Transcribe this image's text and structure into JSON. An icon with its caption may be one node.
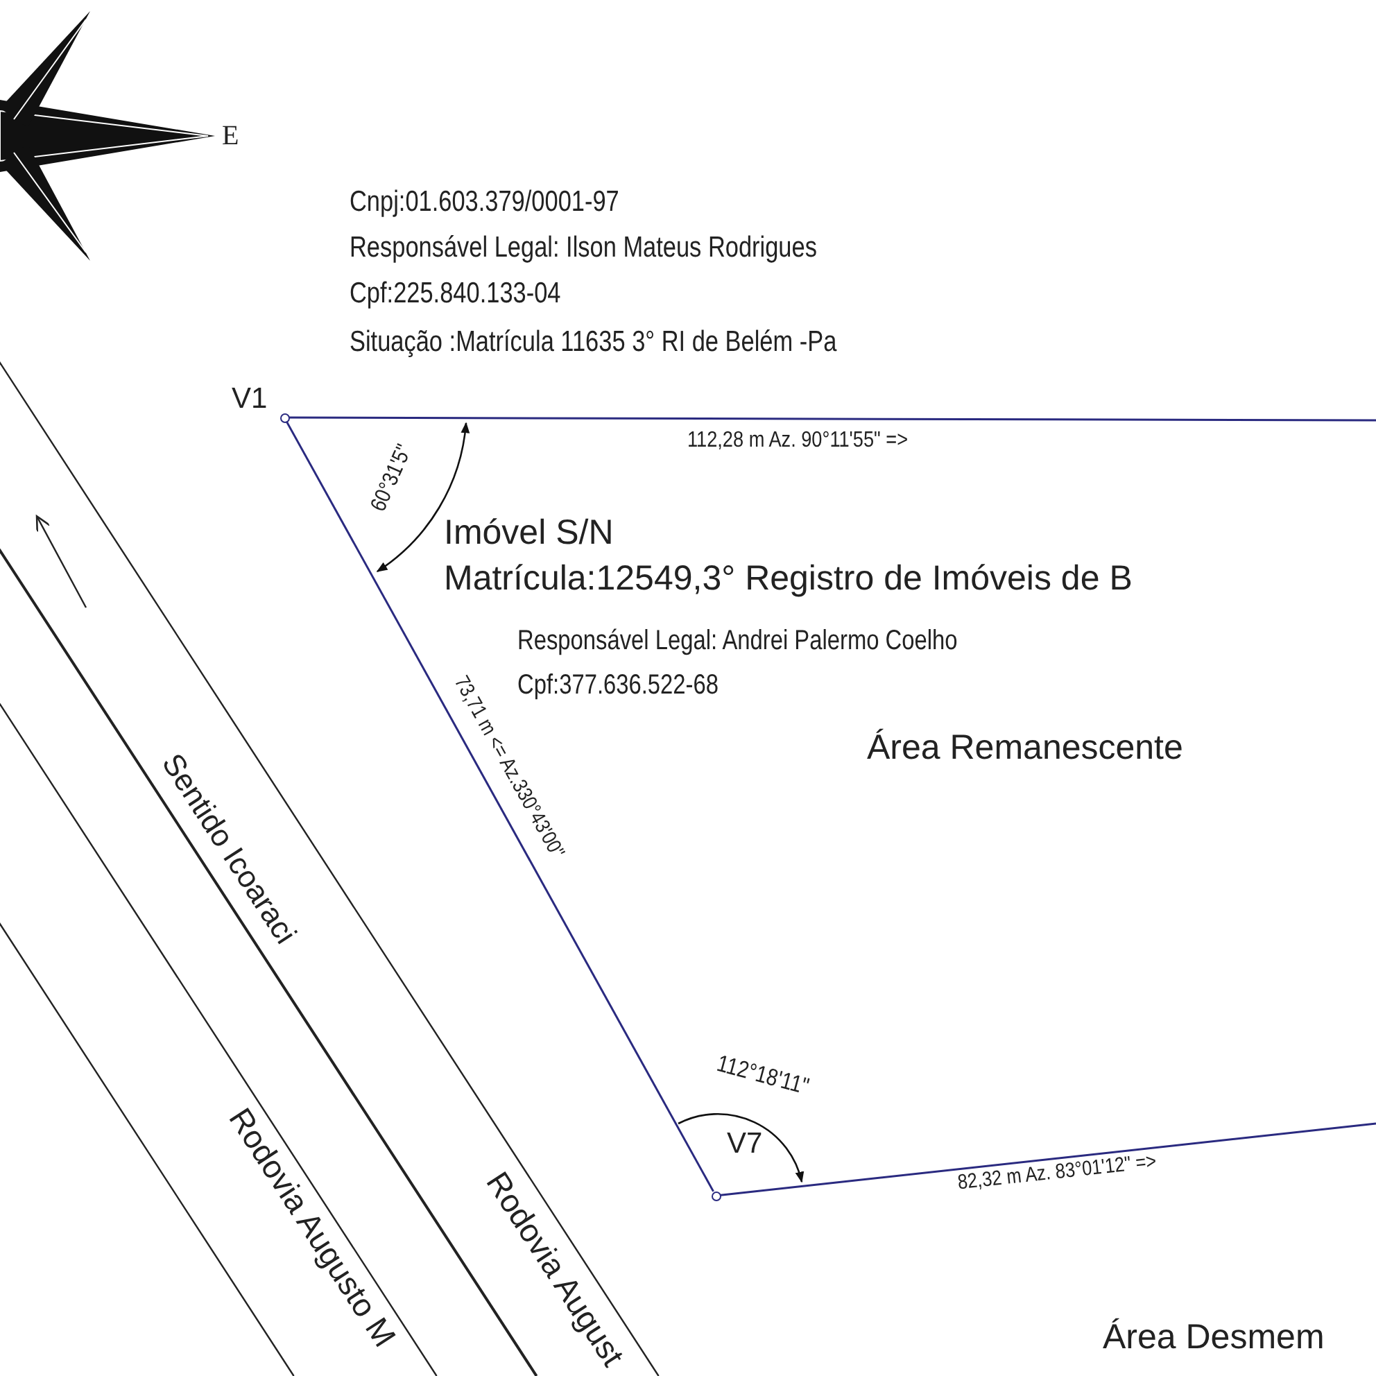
{
  "diagram": {
    "nodes": [
      {
        "text": [],
        "shape": "circle",
        "beside": [
          "V1"
        ]
      },
      {
        "text": [],
        "shape": "circle",
        "beside": [
          "V7"
        ]
      }
    ],
    "edges": [
      {
        "from": 0,
        "to": null,
        "arrow": "none",
        "label": "112,28 m   Az. 90°11'55\" =>"
      },
      {
        "from": 0,
        "to": 1,
        "arrow": "none",
        "label": "73,71 m   <= Az.330°43'00\""
      },
      {
        "from": 1,
        "to": null,
        "arrow": "none",
        "label": "82,32 m   Az. 83°01'12\" =>"
      }
    ],
    "labels": [
      "E",
      "Cnpj:01.603.379/0001-97",
      "Responsável Legal: Ilson Mateus Rodrigues",
      "Cpf:225.840.133-04",
      "Situação :Matrícula 11635 3° RI de Belém -Pa",
      "60°31'5\"",
      "Imóvel S/N",
      "Matrícula:12549,3° Registro de Imóveis de B",
      "Responsável Legal: Andrei Palermo Coelho",
      "Cpf:377.636.522-68",
      "Área Remanescente",
      "Sentido Icoaraci",
      "112°18'11\"",
      "Rodovia Augusto M",
      "Rodovia August",
      "Área Desmem"
    ]
  }
}
